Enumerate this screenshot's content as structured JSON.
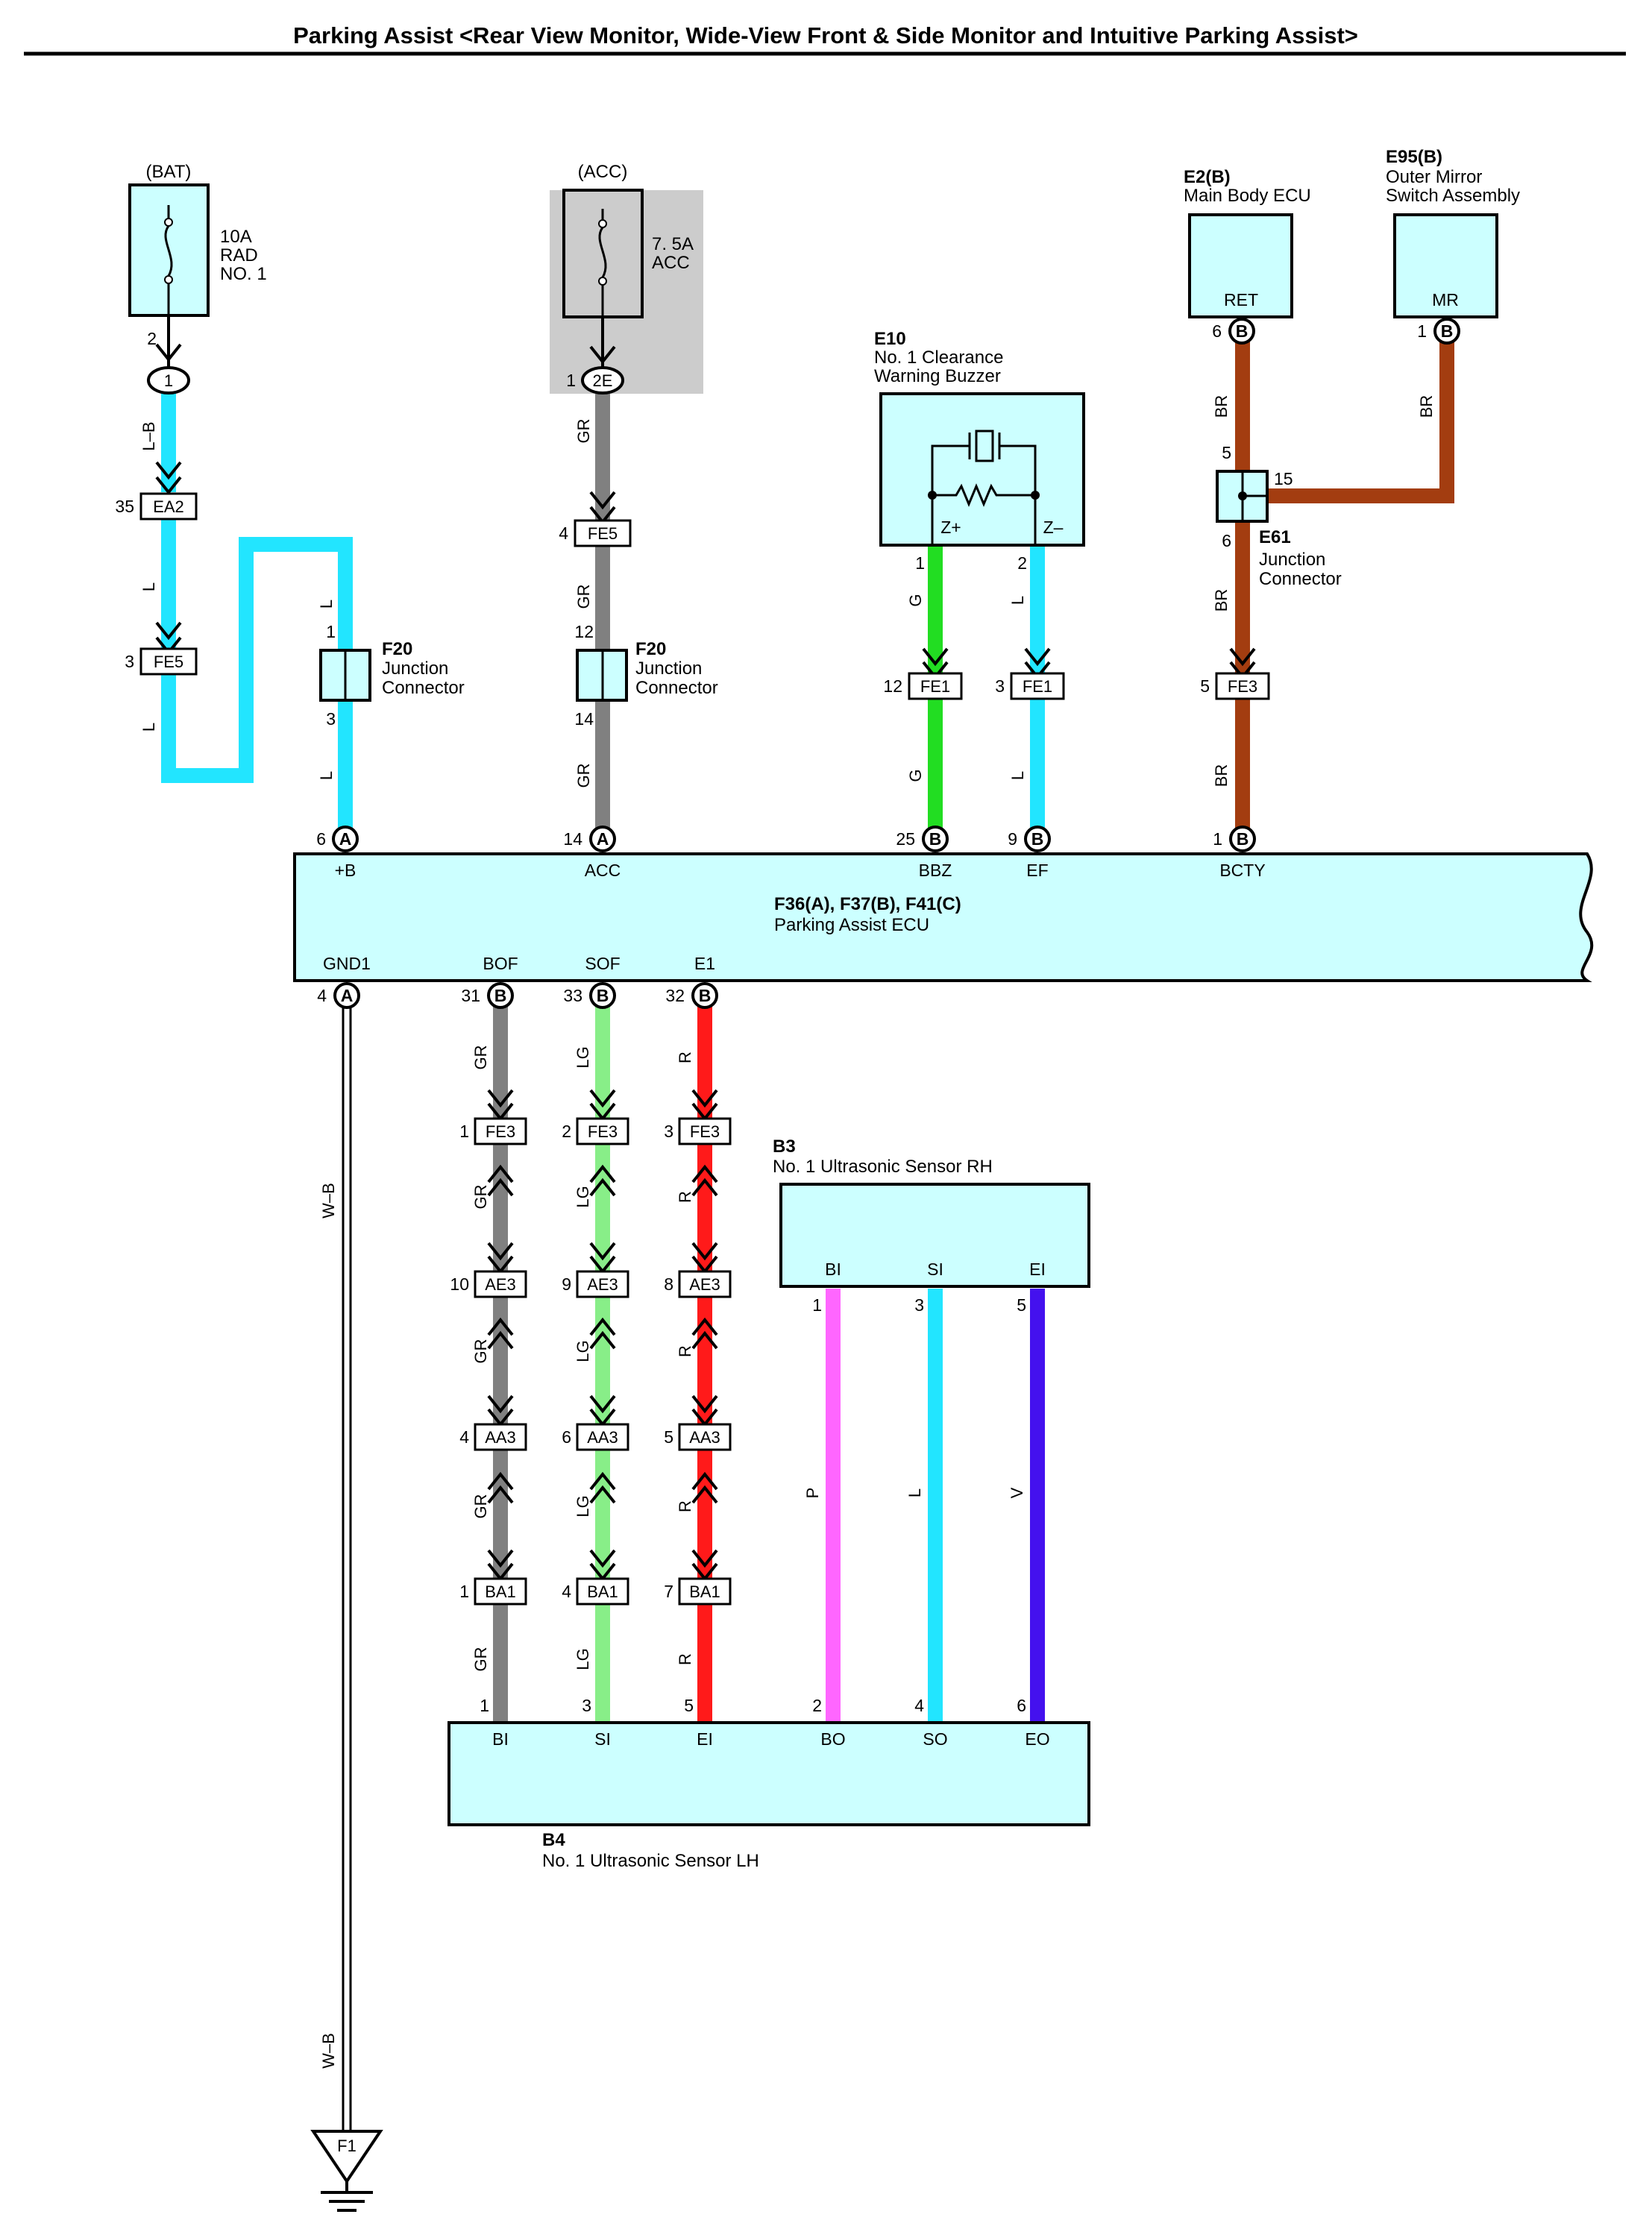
{
  "title": "Parking Assist <Rear View Monitor, Wide-View Front & Side Monitor and Intuitive Parking Assist>",
  "colors": {
    "L": "#22e5ff",
    "GR": "#808080",
    "G": "#22dd22",
    "LG": "#88ee88",
    "R": "#ff1a1a",
    "BR": "#a33d10",
    "P": "#ff66ff",
    "V": "#4411ee",
    "fill": "#ccffff",
    "shade": "#cccccc"
  },
  "power": {
    "bat_label": "(BAT)",
    "bat_fuse": [
      "10A",
      "RAD",
      "NO. 1"
    ],
    "acc_label": "(ACC)",
    "acc_fuse": [
      "7. 5A",
      "ACC"
    ]
  },
  "ecu": {
    "code": "F36(A), F37(B), F41(C)",
    "name": "Parking Assist ECU",
    "top_terms": [
      "+B",
      "ACC",
      "BBZ",
      "EF",
      "BCTY"
    ],
    "bottom_terms": [
      "GND1",
      "BOF",
      "SOF",
      "E1"
    ]
  },
  "e10": {
    "code": "E10",
    "name": [
      "No. 1 Clearance",
      "Warning Buzzer"
    ],
    "terms": [
      "Z+",
      "Z–"
    ]
  },
  "e2": {
    "code": "E2(B)",
    "name": "Main Body ECU",
    "term": "RET"
  },
  "e95": {
    "code": "E95(B)",
    "name": [
      "Outer Mirror",
      "Switch Assembly"
    ],
    "term": "MR"
  },
  "e61": {
    "code": "E61",
    "name": [
      "Junction",
      "Connector"
    ]
  },
  "f20": {
    "code": "F20",
    "name": [
      "Junction",
      "Connector"
    ]
  },
  "b3": {
    "code": "B3",
    "name": "No. 1 Ultrasonic Sensor RH",
    "terms": [
      "BI",
      "SI",
      "EI"
    ]
  },
  "b4": {
    "code": "B4",
    "name": "No. 1 Ultrasonic Sensor LH",
    "terms": [
      "BI",
      "SI",
      "EI",
      "BO",
      "SO",
      "EO"
    ]
  },
  "ground": "F1",
  "connectors": {
    "bat": [
      {
        "num": "2",
        "code": ""
      },
      {
        "num": "",
        "code": "1"
      },
      {
        "num": "35",
        "code": "EA2"
      },
      {
        "num": "3",
        "code": "FE5"
      }
    ],
    "bat_f20": [
      "1",
      "3"
    ],
    "acc": [
      {
        "num": "1",
        "code": "2E"
      },
      {
        "num": "4",
        "code": "FE5"
      },
      {
        "num": "12",
        "code": ""
      },
      {
        "num": "14",
        "code": ""
      }
    ],
    "ecu_top_pins": [
      {
        "num": "6",
        "tag": "A"
      },
      {
        "num": "14",
        "tag": "A"
      },
      {
        "num": "25",
        "tag": "B"
      },
      {
        "num": "9",
        "tag": "B"
      },
      {
        "num": "1",
        "tag": "B"
      }
    ],
    "ecu_bottom_pins": [
      {
        "num": "4",
        "tag": "A"
      },
      {
        "num": "31",
        "tag": "B"
      },
      {
        "num": "33",
        "tag": "B"
      },
      {
        "num": "32",
        "tag": "B"
      }
    ],
    "e10_pins": [
      "1",
      "2"
    ],
    "e10_fe1": [
      {
        "num": "12",
        "code": "FE1"
      },
      {
        "num": "3",
        "code": "FE1"
      }
    ],
    "e2_pin": {
      "num": "6",
      "tag": "B"
    },
    "e95_pin": {
      "num": "1",
      "tag": "B"
    },
    "e61_pins": [
      "5",
      "15",
      "6"
    ],
    "bcty_fe3": {
      "num": "5",
      "code": "FE3"
    },
    "bof_chain": [
      {
        "num": "1",
        "code": "FE3"
      },
      {
        "num": "10",
        "code": "AE3"
      },
      {
        "num": "4",
        "code": "AA3"
      },
      {
        "num": "1",
        "code": "BA1"
      }
    ],
    "sof_chain": [
      {
        "num": "2",
        "code": "FE3"
      },
      {
        "num": "9",
        "code": "AE3"
      },
      {
        "num": "6",
        "code": "AA3"
      },
      {
        "num": "4",
        "code": "BA1"
      }
    ],
    "e1_chain": [
      {
        "num": "3",
        "code": "FE3"
      },
      {
        "num": "8",
        "code": "AE3"
      },
      {
        "num": "5",
        "code": "AA3"
      },
      {
        "num": "7",
        "code": "BA1"
      }
    ],
    "b4_pins": [
      "1",
      "3",
      "5",
      "2",
      "4",
      "6"
    ],
    "b3_pins": [
      "1",
      "3",
      "5"
    ]
  },
  "wires": {
    "bat": [
      "L–B",
      "L",
      "L",
      "L",
      "L"
    ],
    "acc": [
      "GR",
      "GR",
      "GR"
    ],
    "bbz": [
      "G",
      "G"
    ],
    "ef": [
      "L",
      "L"
    ],
    "bcty": [
      "BR",
      "BR",
      "BR"
    ],
    "mr": "BR",
    "gnd": [
      "W–B",
      "W–B"
    ],
    "bof": [
      "GR",
      "GR",
      "GR",
      "GR",
      "GR"
    ],
    "sof": [
      "LG",
      "LG",
      "LG",
      "LG",
      "LG"
    ],
    "e1": [
      "R",
      "R",
      "R",
      "R",
      "R"
    ],
    "b3": [
      "P",
      "L",
      "V"
    ]
  }
}
